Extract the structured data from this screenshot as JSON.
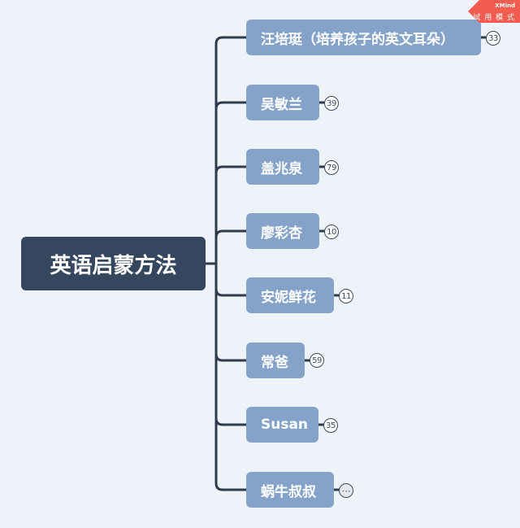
{
  "watermark": {
    "brand": "XMind",
    "mode": "試 用 模 式"
  },
  "root": {
    "label": "英语启蒙方法"
  },
  "branches": [
    {
      "label": "汪培珽（培养孩子的英文耳朵）",
      "badge": "33"
    },
    {
      "label": "吴敏兰",
      "badge": "39"
    },
    {
      "label": "盖兆泉",
      "badge": "79"
    },
    {
      "label": "廖彩杏",
      "badge": "10"
    },
    {
      "label": "安妮鲜花",
      "badge": "11"
    },
    {
      "label": "常爸",
      "badge": "59"
    },
    {
      "label": "Susan",
      "badge": "35"
    },
    {
      "label": "蜗牛叔叔",
      "badge": "⋯"
    }
  ],
  "colors": {
    "background": "#eef3f9",
    "root_fill": "#34475f",
    "branch_fill": "#85a3c8",
    "connector": "#2f3b4b",
    "watermark": "#f25d4f"
  }
}
